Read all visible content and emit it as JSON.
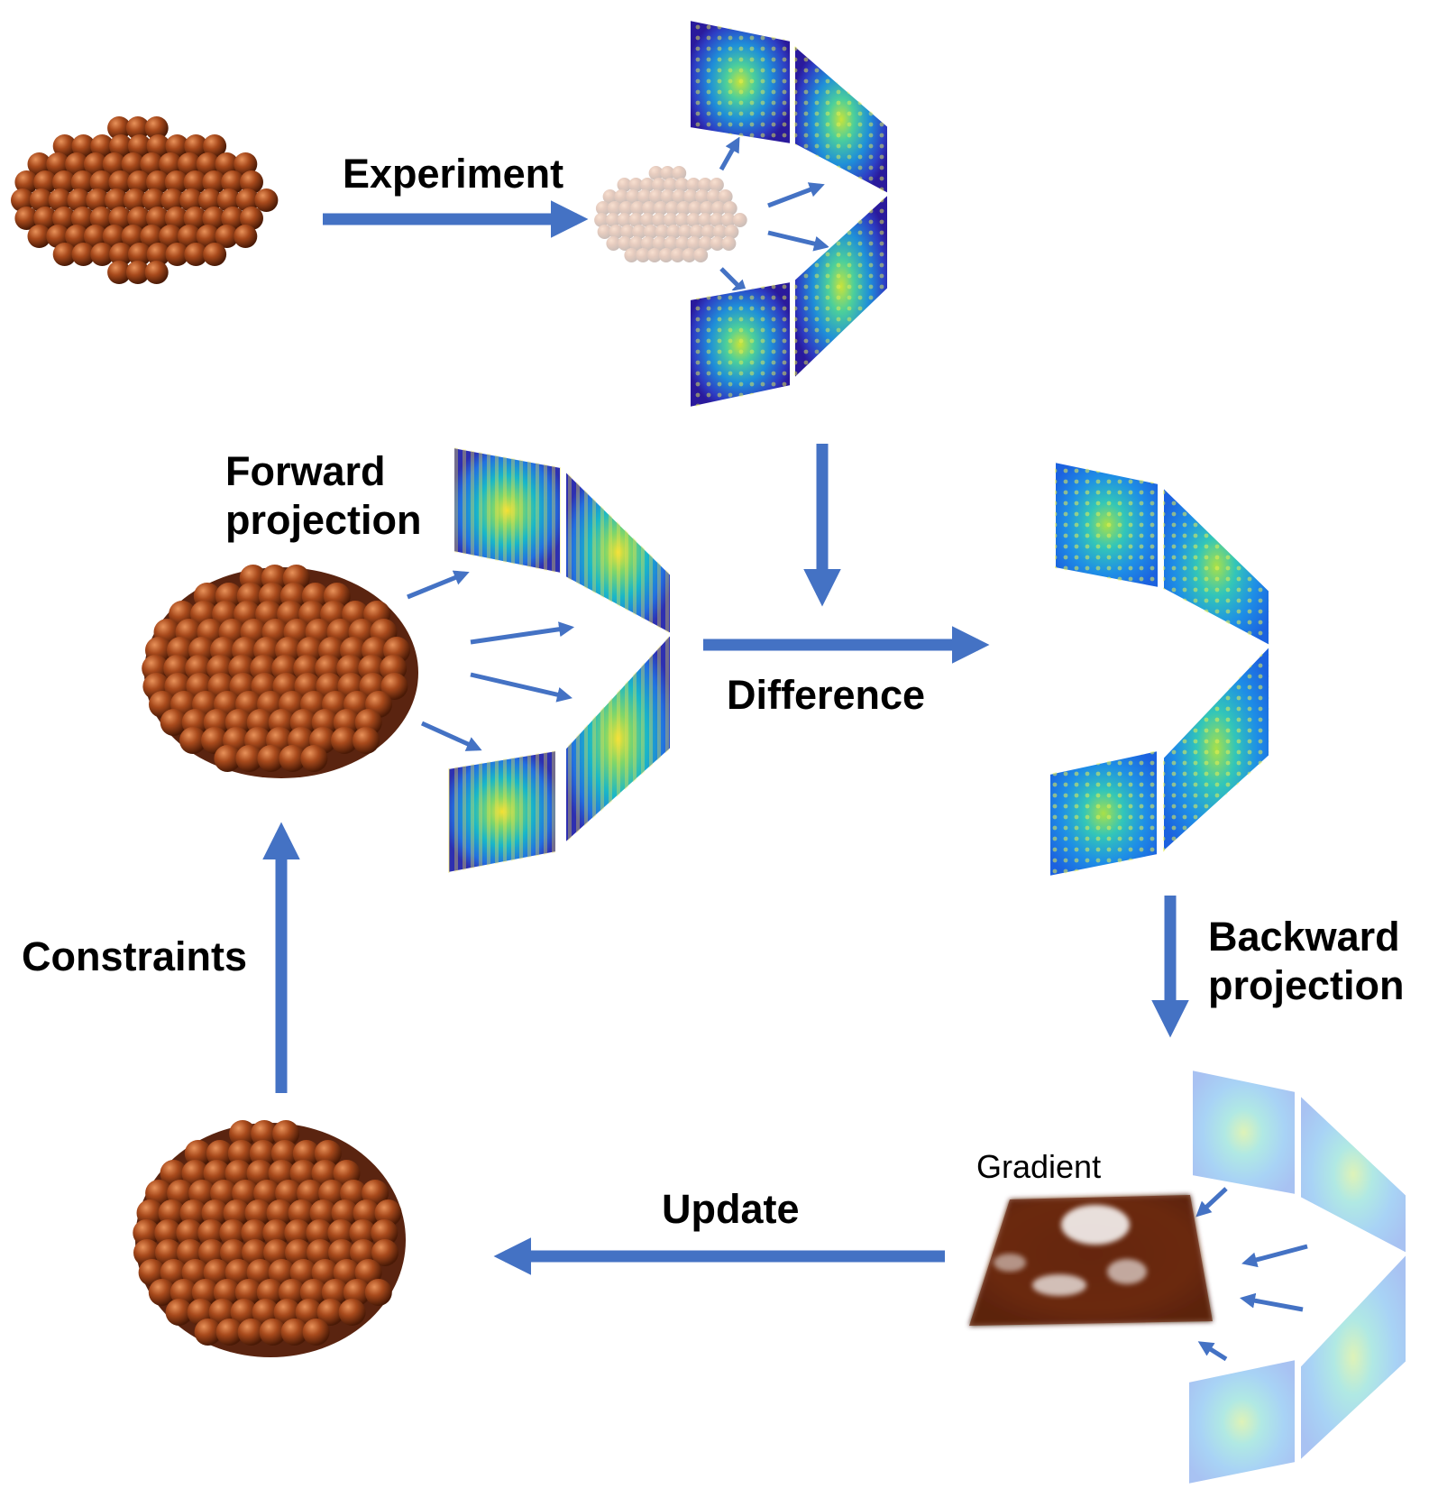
{
  "labels": {
    "experiment": "Experiment",
    "forward_1": "Forward",
    "forward_2": "projection",
    "difference": "Difference",
    "constraints": "Constraints",
    "backward_1": "Backward",
    "backward_2": "projection",
    "gradient": "Gradient",
    "update": "Update"
  },
  "colors": {
    "arrow": "#4472c4",
    "particle": "#8b3a14",
    "particle_highlight": "#d97a45",
    "panel_dark": "#2a1a9c",
    "panel_mid": "#1f8fd8",
    "panel_hot": "#f5e032"
  }
}
